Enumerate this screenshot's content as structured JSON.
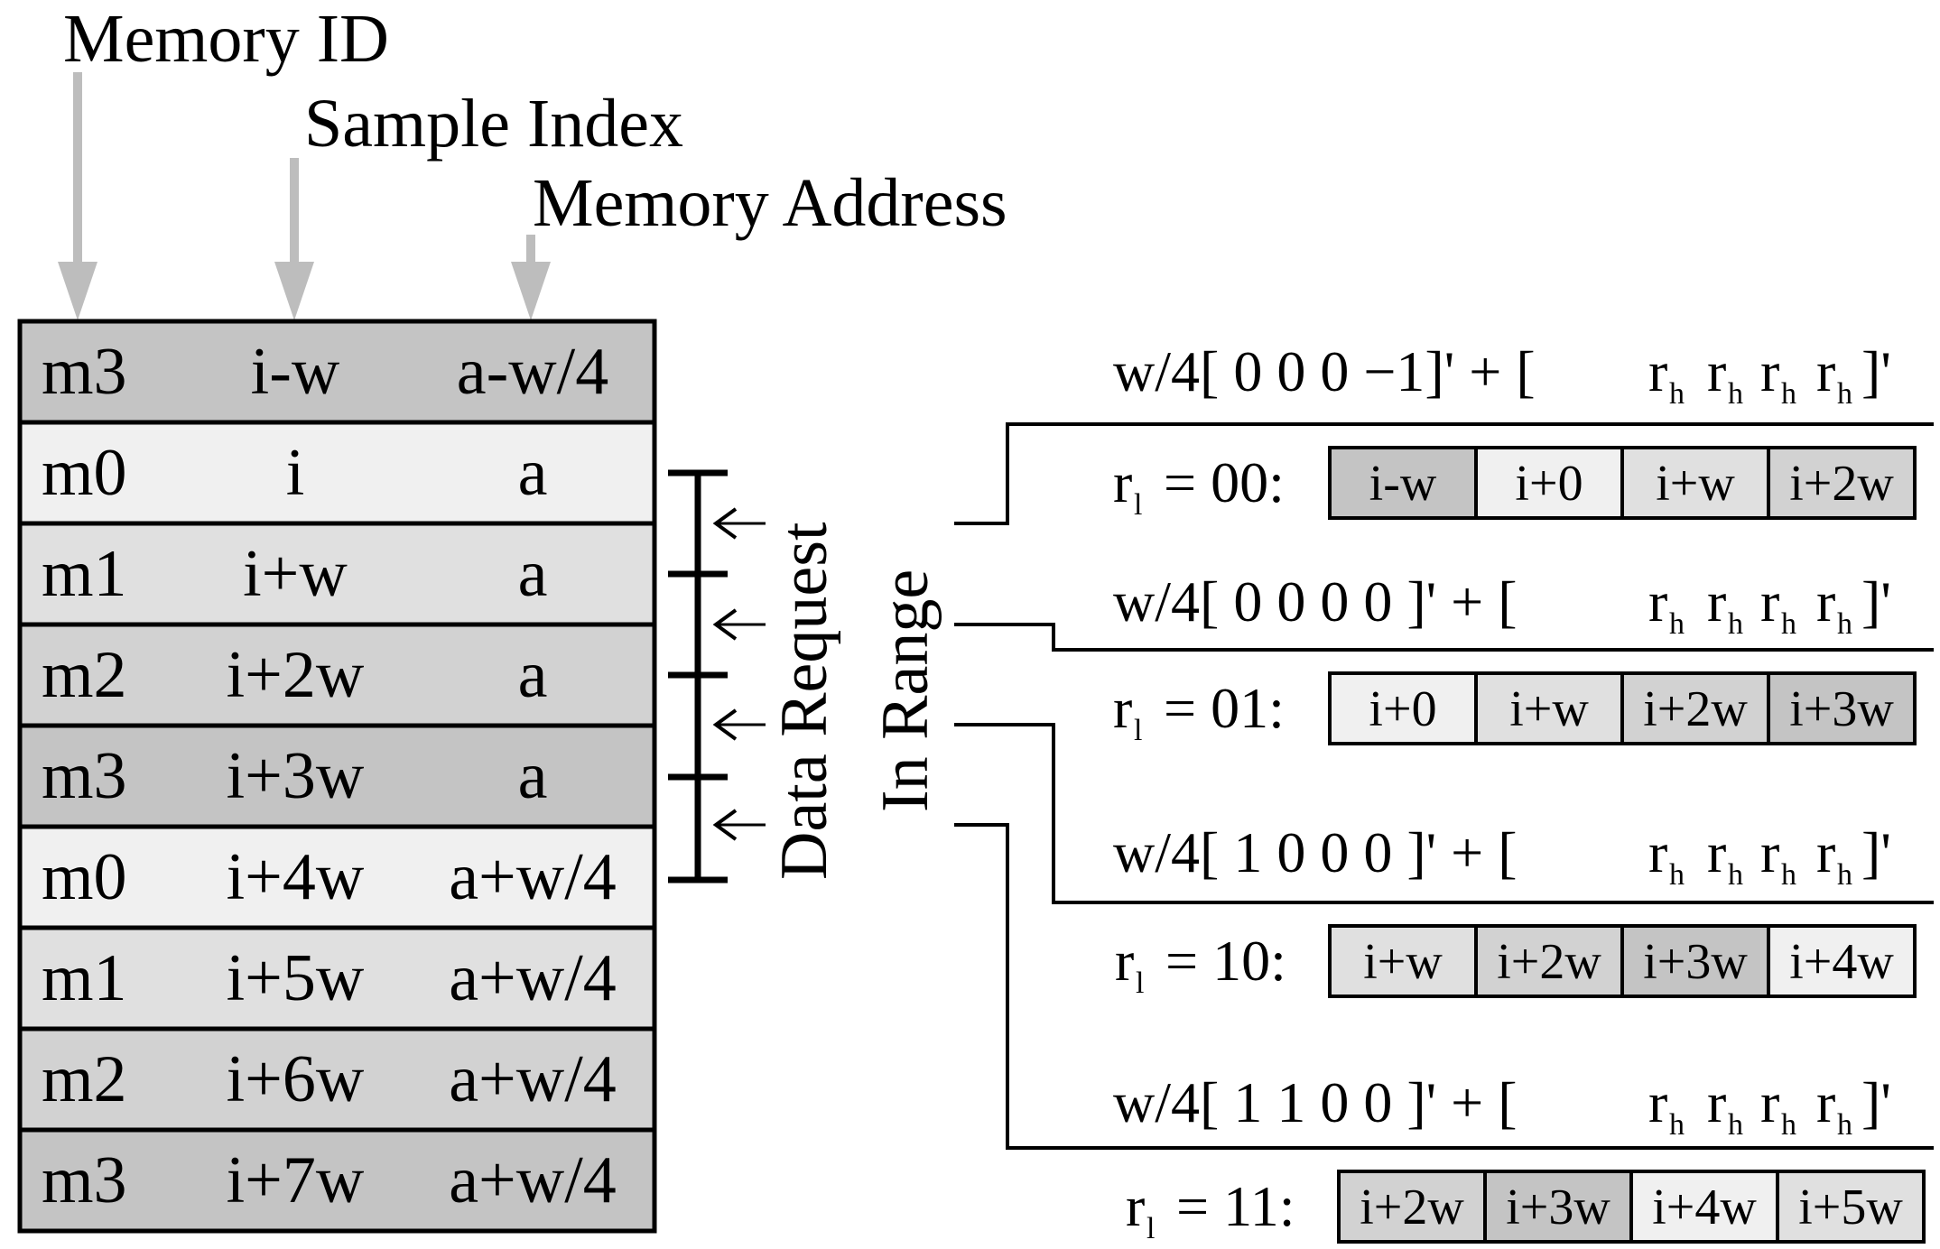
{
  "headers": {
    "memory_id": "Memory ID",
    "sample_index": "Sample Index",
    "memory_address": "Memory Address"
  },
  "rows": [
    {
      "mem": "m3",
      "idx": "i-w",
      "addr": "a-w/4",
      "color": "#c4c4c4"
    },
    {
      "mem": "m0",
      "idx": "i",
      "addr": "a",
      "color": "#f0f0f0"
    },
    {
      "mem": "m1",
      "idx": "i+w",
      "addr": "a",
      "color": "#e0e0e0"
    },
    {
      "mem": "m2",
      "idx": "i+2w",
      "addr": "a",
      "color": "#d2d2d2"
    },
    {
      "mem": "m3",
      "idx": "i+3w",
      "addr": "a",
      "color": "#c4c4c4"
    },
    {
      "mem": "m0",
      "idx": "i+4w",
      "addr": "a+w/4",
      "color": "#f0f0f0"
    },
    {
      "mem": "m1",
      "idx": "i+5w",
      "addr": "a+w/4",
      "color": "#e0e0e0"
    },
    {
      "mem": "m2",
      "idx": "i+6w",
      "addr": "a+w/4",
      "color": "#d2d2d2"
    },
    {
      "mem": "m3",
      "idx": "i+7w",
      "addr": "a+w/4",
      "color": "#c4c4c4"
    }
  ],
  "labels": {
    "data_request": "Data Request",
    "in_range": "In Range"
  },
  "cases": [
    {
      "coef": "w/4[ 0  0  0 −1]' + [",
      "rh": [
        "r",
        "r",
        "r",
        "r"
      ],
      "rh_sub": "h",
      "close": "]'",
      "rl": "r",
      "rl_sub": "l",
      "rl_val": "= 00:",
      "cells": [
        {
          "text": "i-w",
          "color": "#c4c4c4"
        },
        {
          "text": "i+0",
          "color": "#f0f0f0"
        },
        {
          "text": "i+w",
          "color": "#e0e0e0"
        },
        {
          "text": "i+2w",
          "color": "#d2d2d2"
        }
      ]
    },
    {
      "coef": "w/4[ 0  0  0  0 ]' + [",
      "rh": [
        "r",
        "r",
        "r",
        "r"
      ],
      "rh_sub": "h",
      "close": "]'",
      "rl": "r",
      "rl_sub": "l",
      "rl_val": "= 01:",
      "cells": [
        {
          "text": "i+0",
          "color": "#f0f0f0"
        },
        {
          "text": "i+w",
          "color": "#e0e0e0"
        },
        {
          "text": "i+2w",
          "color": "#d2d2d2"
        },
        {
          "text": "i+3w",
          "color": "#c4c4c4"
        }
      ]
    },
    {
      "coef": "w/4[ 1  0  0  0 ]' + [",
      "rh": [
        "r",
        "r",
        "r",
        "r"
      ],
      "rh_sub": "h",
      "close": "]'",
      "rl": "r",
      "rl_sub": "l",
      "rl_val": "= 10:",
      "cells": [
        {
          "text": "i+w",
          "color": "#e0e0e0"
        },
        {
          "text": "i+2w",
          "color": "#d2d2d2"
        },
        {
          "text": "i+3w",
          "color": "#c4c4c4"
        },
        {
          "text": "i+4w",
          "color": "#f0f0f0"
        }
      ]
    },
    {
      "coef": "w/4[ 1  1  0  0 ]' + [",
      "rh": [
        "r",
        "r",
        "r",
        "r"
      ],
      "rh_sub": "h",
      "close": "]'",
      "rl": "r",
      "rl_sub": "l",
      "rl_val": "= 11:",
      "cells": [
        {
          "text": "i+2w",
          "color": "#d2d2d2"
        },
        {
          "text": "i+3w",
          "color": "#c4c4c4"
        },
        {
          "text": "i+4w",
          "color": "#f0f0f0"
        },
        {
          "text": "i+5w",
          "color": "#e0e0e0"
        }
      ]
    }
  ],
  "colors": {
    "arrow_gray": "#bdbdbd",
    "line": "#000000"
  }
}
